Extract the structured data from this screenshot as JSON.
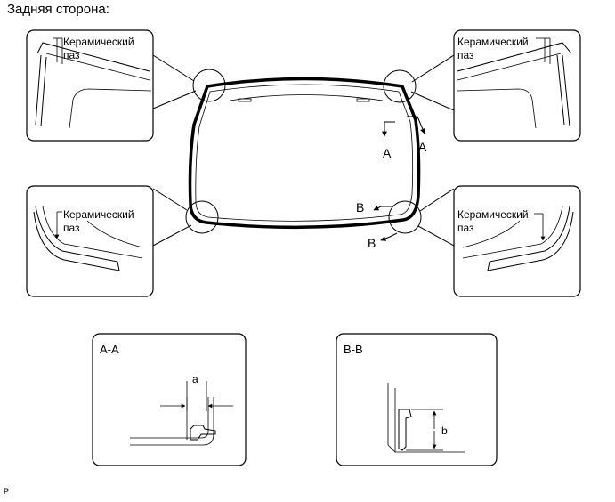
{
  "title": "Задняя сторона:",
  "callouts": {
    "top_left": {
      "label1": "Керамический",
      "label2": "паз"
    },
    "top_right": {
      "label1": "Керамический",
      "label2": "паз"
    },
    "bottom_left": {
      "label1": "Керамический",
      "label2": "паз"
    },
    "bottom_right": {
      "label1": "Керамический",
      "label2": "паз"
    }
  },
  "section_a": {
    "marker": "A",
    "title": "A-A",
    "dim": "a"
  },
  "section_b": {
    "marker": "B",
    "title": "B-B",
    "dim": "b"
  },
  "footer": "P"
}
